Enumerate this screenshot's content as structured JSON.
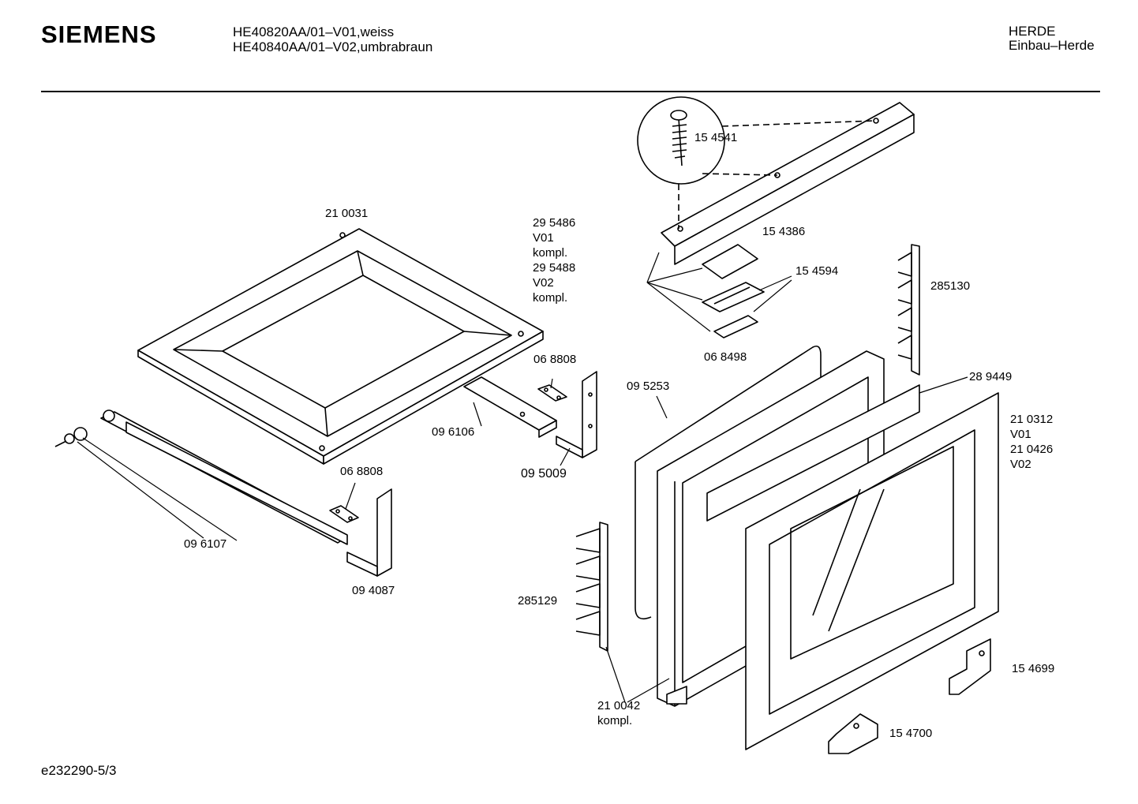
{
  "header": {
    "brand": "SIEMENS",
    "model_line_1": "HE40820AA/01–V01,weiss",
    "model_line_2": "HE40840AA/01–V02,umbrabraun",
    "category_line_1": "HERDE",
    "category_line_2": "Einbau–Herde"
  },
  "footer": {
    "drawing_code": "e232290-5/3"
  },
  "parts": {
    "p210031": "21 0031",
    "p295486_1": "29 5486",
    "p295486_2": "V01",
    "p295486_3": "kompl.",
    "p295488_1": "29 5488",
    "p295488_2": "V02",
    "p295488_3": "kompl.",
    "p154541": "15 4541",
    "p154386": "15 4386",
    "p154594": "15 4594",
    "p068498": "06 8498",
    "p285130": "285130",
    "p289449": "28 9449",
    "p068808a": "06 8808",
    "p095253": "09 5253",
    "p096106": "09 6106",
    "p095009": "09 5009",
    "p068808b": "06 8808",
    "p096107": "09 6107",
    "p094087": "09 4087",
    "p210312_1": "21 0312",
    "p210312_2": "V01",
    "p210426_1": "21 0426",
    "p210426_2": "V02",
    "p285129": "285129",
    "p154699": "15 4699",
    "p210042_1": "21 0042",
    "p210042_2": "kompl.",
    "p154700": "15 4700"
  }
}
